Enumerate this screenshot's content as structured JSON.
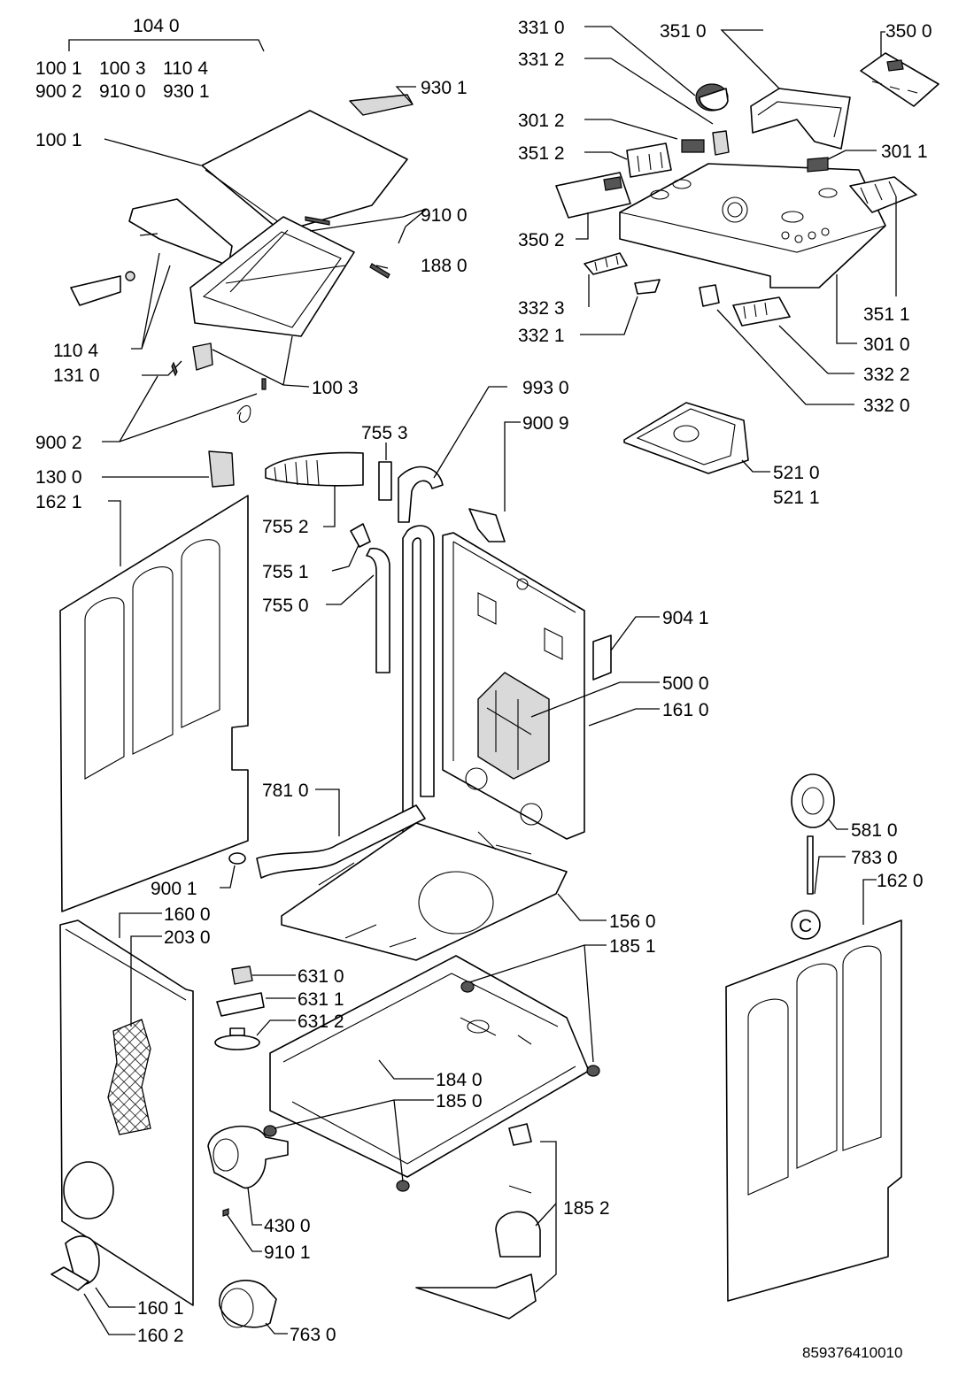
{
  "labels": {
    "p1040": "104 0",
    "g1": [
      "100 1",
      "100 3",
      "110 4"
    ],
    "g2": [
      "900 2",
      "910 0",
      "930 1"
    ],
    "p9301": "930 1",
    "p1001": "100 1",
    "p9100": "910 0",
    "p1880": "188 0",
    "p1104": "110 4",
    "p1310": "131 0",
    "p1003": "100 3",
    "p9002": "900 2",
    "p1300": "130 0",
    "p1621": "162 1",
    "p7553": "755 3",
    "p7552": "755 2",
    "p7551": "755 1",
    "p7550": "755 0",
    "p9930": "993 0",
    "p9009": "900 9",
    "p3310": "331 0",
    "p3312": "331 2",
    "p3012": "301 2",
    "p3512": "351 2",
    "p3502": "350 2",
    "p3323": "332 3",
    "p3321": "332 1",
    "p3510": "351 0",
    "p3500": "350 0",
    "p3011": "301 1",
    "p3511": "351 1",
    "p3010": "301 0",
    "p3322": "332 2",
    "p3320": "332 0",
    "p5210": "521 0",
    "p5211": "521 1",
    "p9041": "904 1",
    "p5000": "500 0",
    "p1610": "161 0",
    "p7810": "781 0",
    "p9001": "900 1",
    "p1600": "160 0",
    "p2030": "203 0",
    "p5810": "581 0",
    "p7830": "783 0",
    "p1620": "162 0",
    "p1560": "156 0",
    "p1851": "185 1",
    "p6310": "631 0",
    "p6311": "631 1",
    "p6312": "631 2",
    "p1840": "184 0",
    "p1850": "185 0",
    "p1852": "185 2",
    "p4300": "430 0",
    "p9101": "910 1",
    "p1601": "160 1",
    "p1602": "160 2",
    "p7630": "763 0",
    "circleC": "C",
    "docCode": "859376410010"
  }
}
